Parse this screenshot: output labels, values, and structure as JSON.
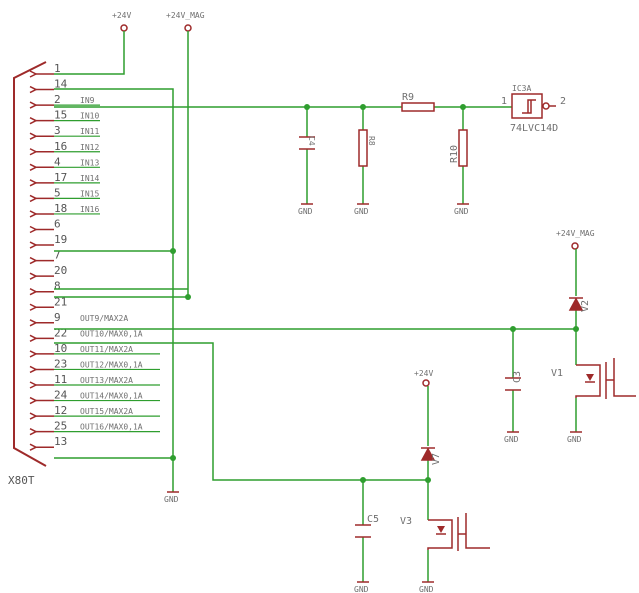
{
  "colors": {
    "wire": "#2f9e2f",
    "part": "#9e2a2a",
    "label": "#6f6f6f",
    "background": "#ffffff"
  },
  "connector": {
    "name": "X80T",
    "pins": [
      "1",
      "14",
      "2",
      "15",
      "3",
      "16",
      "4",
      "17",
      "5",
      "18",
      "6",
      "19",
      "7",
      "20",
      "8",
      "21",
      "9",
      "22",
      "10",
      "23",
      "11",
      "24",
      "12",
      "25",
      "13"
    ],
    "inputs": [
      "IN9",
      "IN10",
      "IN11",
      "IN12",
      "IN13",
      "IN14",
      "IN15",
      "IN16"
    ],
    "outputs": [
      "OUT9/MAX2A",
      "OUT10/MAX0,1A",
      "OUT11/MAX2A",
      "OUT12/MAX0,1A",
      "OUT13/MAX2A",
      "OUT14/MAX0,1A",
      "OUT15/MAX2A",
      "OUT16/MAX0,1A"
    ]
  },
  "supplies": {
    "v24": "+24V",
    "v24mag": "+24V_MAG",
    "gnd": "GND"
  },
  "components": {
    "c4": "C4",
    "r8": "R8",
    "r9": "R9",
    "r10": "R10",
    "ic": "IC3A",
    "ic_part": "74LVC14D",
    "ic_pin_in": "1",
    "ic_pin_out": "2",
    "c3": "C3",
    "v1": "V1",
    "v2": "V2",
    "c5": "C5",
    "v3": "V3",
    "v7": "V7"
  }
}
